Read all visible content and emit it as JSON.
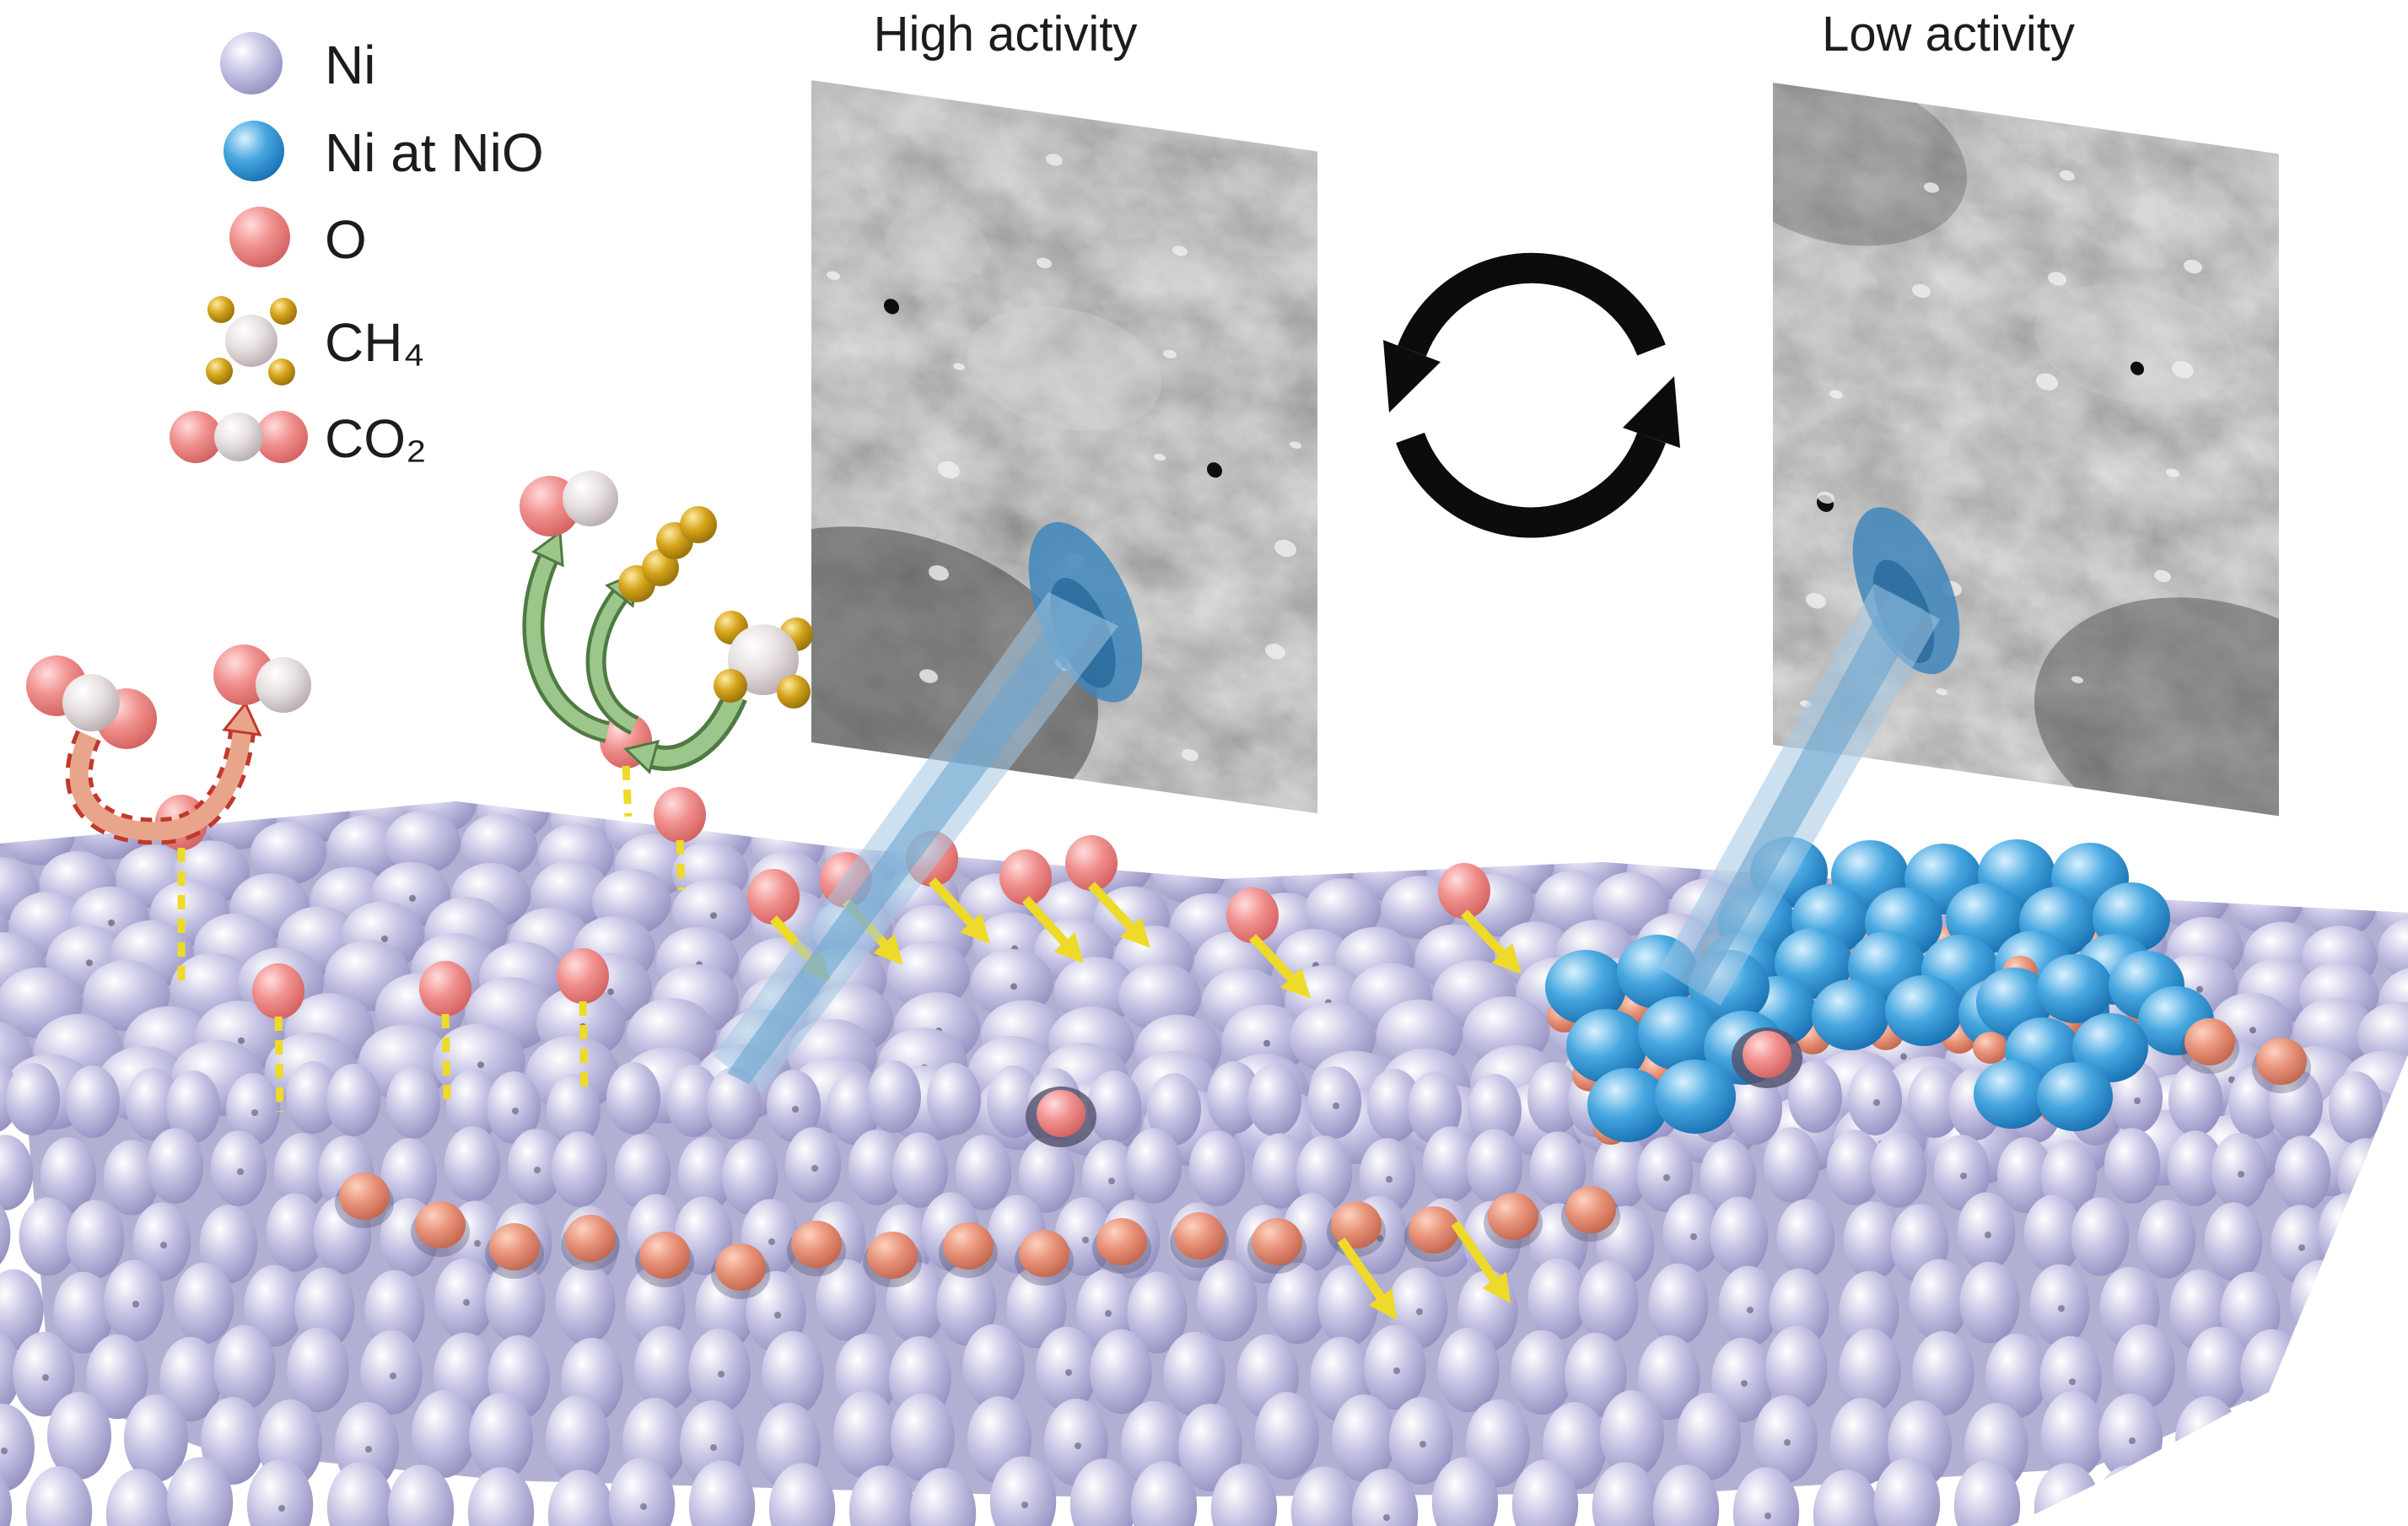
{
  "figure": {
    "type": "catalysis-schematic",
    "description_labels": []
  },
  "legend": {
    "items": [
      {
        "id": "ni",
        "label": "Ni"
      },
      {
        "id": "ni-at-nio",
        "label": "Ni at NiO"
      },
      {
        "id": "o",
        "label": "O"
      },
      {
        "id": "ch4",
        "label": "CH₄"
      },
      {
        "id": "co2",
        "label": "CO₂"
      }
    ]
  },
  "panels": {
    "left": {
      "title": "High activity"
    },
    "right": {
      "title": "Low activity"
    }
  },
  "icons": {
    "cycle": "recycle-cycle-arrows-icon",
    "beam": "electron-beam"
  },
  "colors": {
    "ni": {
      "hi": "#ffffff",
      "mid": "#c6c4e4",
      "lo": "#8d8abd"
    },
    "nio": {
      "hi": "#d9f1ff",
      "mid": "#47a7e0",
      "lo": "#1268ab"
    },
    "o": {
      "hi": "#ffdcdc",
      "mid": "#f0908e",
      "lo": "#cf5a5a"
    },
    "o_sub": {
      "hi": "#fdd2c0",
      "mid": "#e8937a",
      "lo": "#bd5f47"
    },
    "carbon": {
      "hi": "#ffffff",
      "mid": "#e7e0e1",
      "lo": "#b1a6a8"
    },
    "h_gold": {
      "hi": "#ffeaa2",
      "mid": "#d5a41b",
      "lo": "#8c6808"
    },
    "slab_base": "#b2b0d2",
    "beam_outer": "#a3c6e3",
    "beam_inner": "#6ea6cf",
    "beam_patch": "#3f86bb",
    "beam_patch_core": "#2c6d9e",
    "arrow_green": "#9cc68a",
    "arrow_green_edge": "#4f7a42",
    "arrow_orange": "#e8a58c",
    "arrow_orange_edge": "#c0392b",
    "arrow_yellow": "#eeda29",
    "cycle_black": "#0c0c0c",
    "tem_gray": "#8d8d8d",
    "pocket_dark": "#53516c"
  }
}
